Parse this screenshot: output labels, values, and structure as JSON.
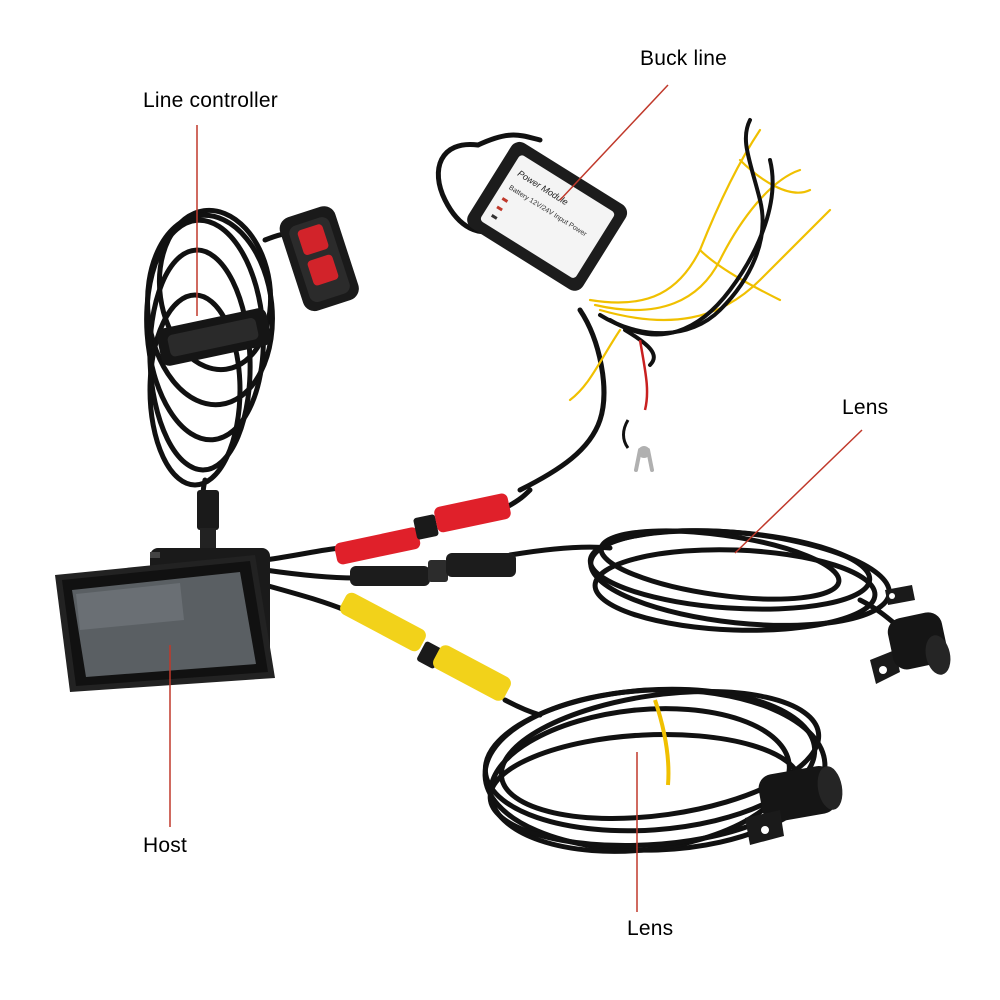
{
  "labels": {
    "line_controller": "Line controller",
    "buck_line": "Buck line",
    "lens_rear": "Lens",
    "host": "Host",
    "lens_front": "Lens"
  },
  "buck_module_text": [
    "Power Module",
    "Battery 12V/24V Input Power"
  ],
  "colors": {
    "background": "#ffffff",
    "leader_line": "#c0392b",
    "cable": "#111111",
    "red_connector": "#e0202a",
    "yellow_connector": "#f2d21a",
    "yellow_wire": "#f0c000",
    "controller_buttons": "#d2232a"
  }
}
